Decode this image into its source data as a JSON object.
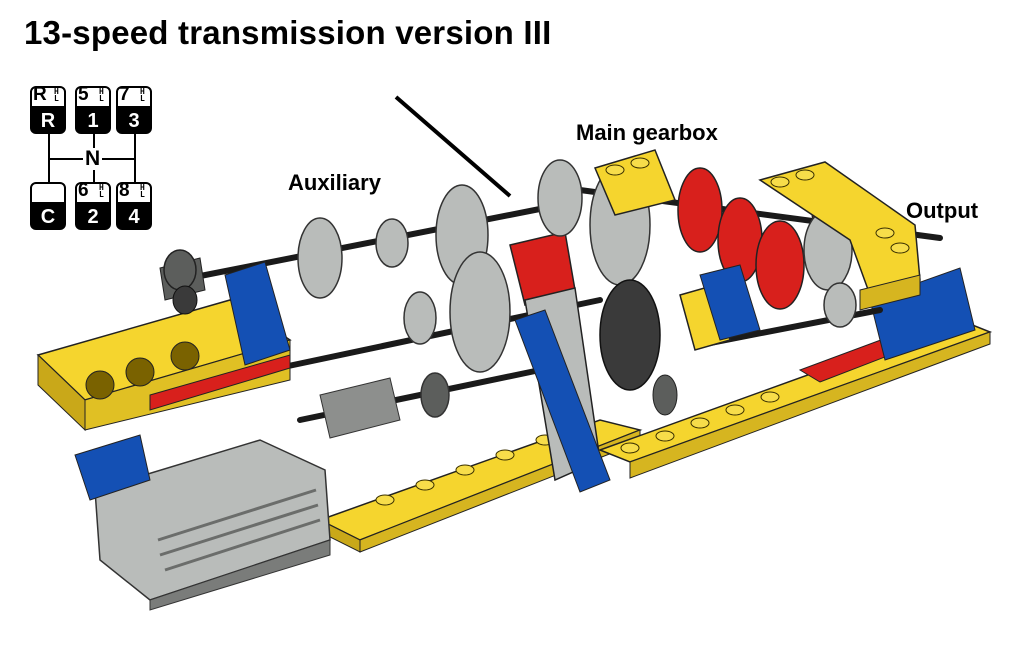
{
  "title": "13-speed transmission version III",
  "labels": {
    "auxiliary": "Auxiliary",
    "main_gearbox": "Main gearbox",
    "output": "Output"
  },
  "shift_pattern": {
    "hl_marks": {
      "h": "H",
      "l": "L"
    },
    "gears": [
      {
        "top": "R",
        "bottom": "R"
      },
      {
        "top": "5",
        "bottom": "1"
      },
      {
        "top": "7",
        "bottom": "3"
      },
      {
        "top": "",
        "bottom": "C"
      },
      {
        "top": "6",
        "bottom": "2"
      },
      {
        "top": "8",
        "bottom": "4"
      }
    ],
    "neutral": "N"
  },
  "colors": {
    "yellow": "#f5d52e",
    "blue": "#1450b4",
    "red": "#d8201c",
    "light_gray": "#b9bcba",
    "dark_gray": "#5c5e5c",
    "axle": "#1a1a1a"
  }
}
